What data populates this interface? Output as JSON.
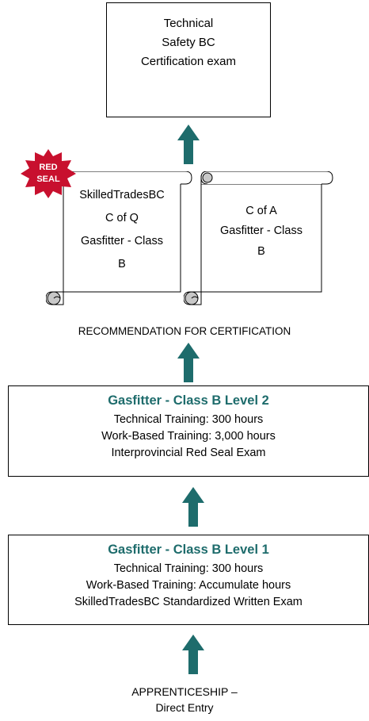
{
  "top_box": {
    "lines": [
      "Technical",
      "Safety BC",
      "Certification exam"
    ]
  },
  "badge": {
    "lines": [
      "RED",
      "SEAL"
    ],
    "color": "#c8102e"
  },
  "scroll_left": {
    "lines": [
      "SkilledTradesBC",
      "C of Q",
      "Gasfitter - Class",
      "B"
    ]
  },
  "scroll_right": {
    "lines": [
      "C of A",
      "Gasfitter - Class",
      "B"
    ]
  },
  "recommendation_label": "RECOMMENDATION FOR CERTIFICATION",
  "level2": {
    "title": "Gasfitter - Class B Level 2",
    "lines": [
      "Technical Training:  300 hours",
      "Work-Based Training: 3,000 hours",
      "Interprovincial Red Seal Exam"
    ]
  },
  "level1": {
    "title": "Gasfitter - Class B Level 1",
    "lines": [
      "Technical Training:  300 hours",
      "Work-Based Training: Accumulate hours",
      "SkilledTradesBC Standardized Written Exam"
    ]
  },
  "entry": {
    "lines": [
      "APPRENTICESHIP –",
      "Direct Entry"
    ]
  },
  "colors": {
    "arrow": "#1e6c6c",
    "title": "#1e6c6c",
    "scroll_curl": "#c8c8c8"
  }
}
